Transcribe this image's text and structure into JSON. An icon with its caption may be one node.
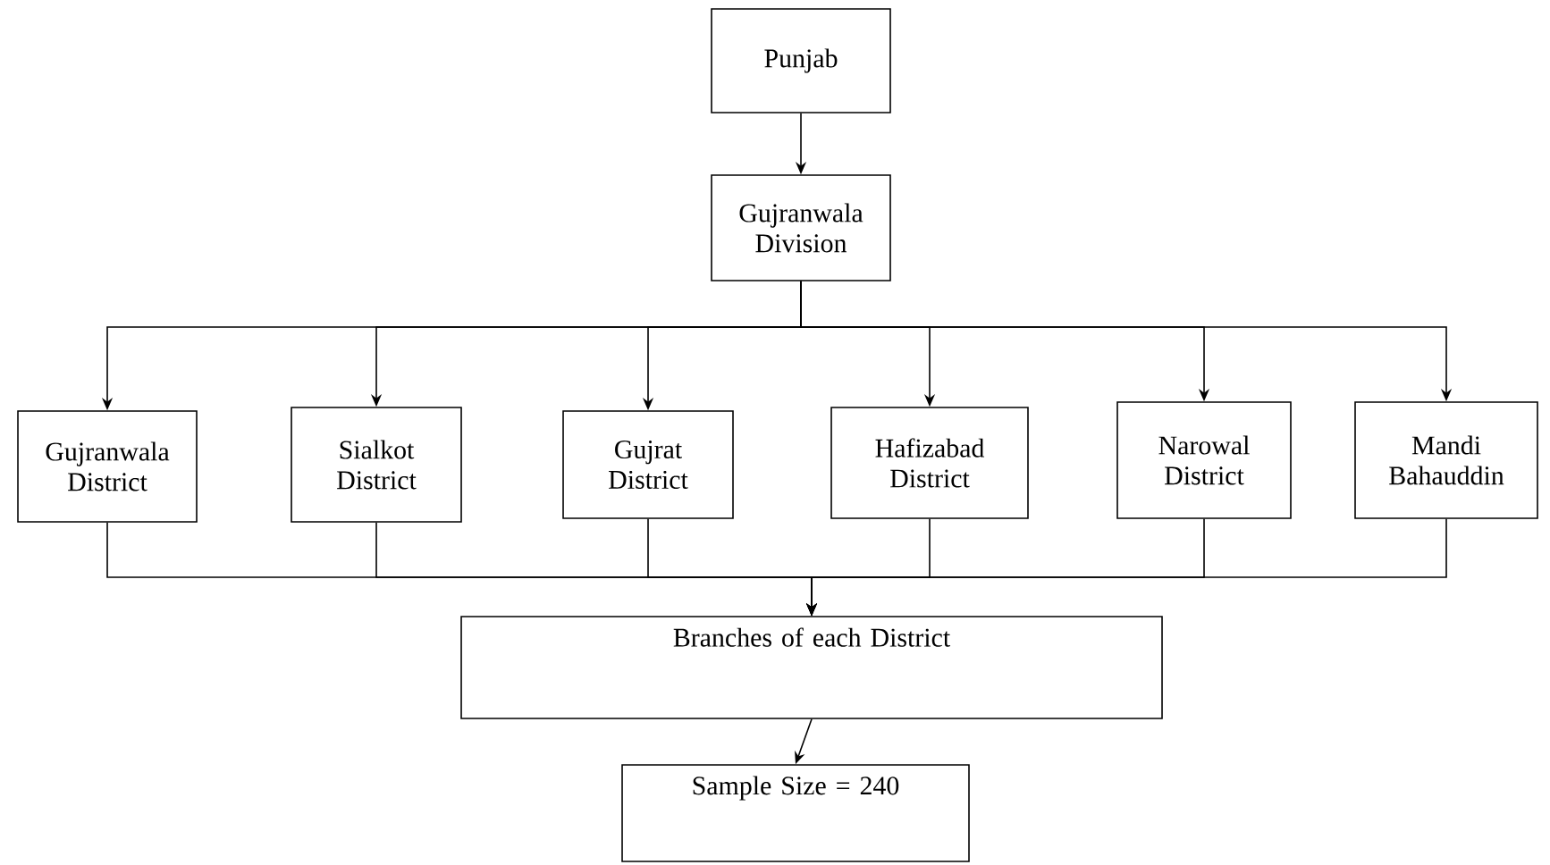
{
  "diagram": {
    "nodes": [
      {
        "text": [
          "Punjab"
        ]
      },
      {
        "text": [
          "Gujranwala Division"
        ]
      },
      {
        "text": [
          "Gujranwala District"
        ]
      },
      {
        "text": [
          "Sialkot District"
        ]
      },
      {
        "text": [
          "Gujrat District"
        ]
      },
      {
        "text": [
          "Hafizabad District"
        ]
      },
      {
        "text": [
          "Narowal District"
        ]
      },
      {
        "text": [
          "Mandi Bahauddin"
        ]
      },
      {
        "text": [
          "Branches of each District"
        ]
      },
      {
        "text": [
          "Sample Size = 240"
        ]
      }
    ],
    "edges": [
      {
        "from": 0,
        "to": 1,
        "arrow": "to"
      },
      {
        "from": 1,
        "to": 2,
        "arrow": "to"
      },
      {
        "from": 1,
        "to": 3,
        "arrow": "to"
      },
      {
        "from": 1,
        "to": 4,
        "arrow": "to"
      },
      {
        "from": 1,
        "to": 5,
        "arrow": "to"
      },
      {
        "from": 1,
        "to": 6,
        "arrow": "to"
      },
      {
        "from": 1,
        "to": 7,
        "arrow": "to"
      },
      {
        "from": 2,
        "to": 8,
        "arrow": "to"
      },
      {
        "from": 3,
        "to": 8,
        "arrow": "to"
      },
      {
        "from": 4,
        "to": 8,
        "arrow": "to"
      },
      {
        "from": 5,
        "to": 8,
        "arrow": "to"
      },
      {
        "from": 6,
        "to": 8,
        "arrow": "to"
      },
      {
        "from": 7,
        "to": 8,
        "arrow": "to"
      },
      {
        "from": 8,
        "to": 9,
        "arrow": "to"
      }
    ]
  }
}
